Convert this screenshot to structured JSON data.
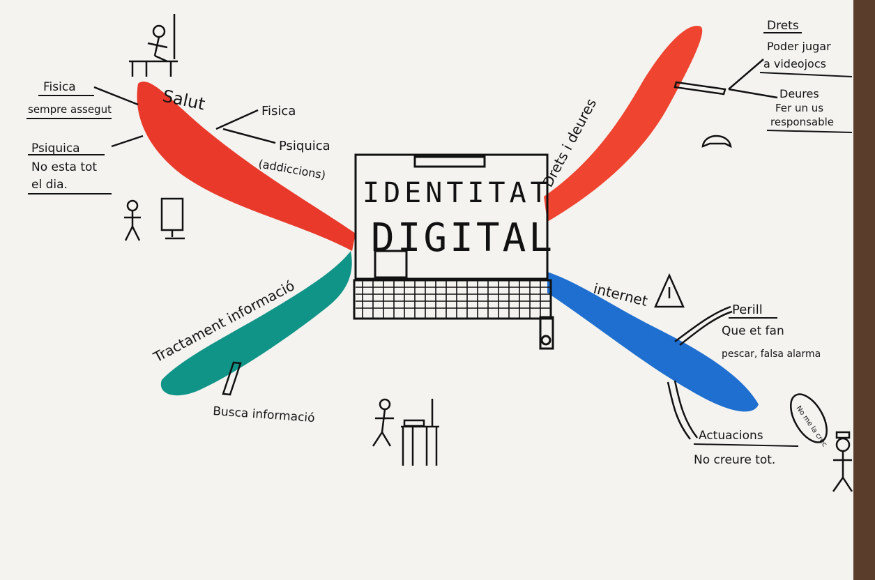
{
  "center": {
    "line1": "IDENTITAT",
    "line2": "DIGITAL"
  },
  "branches": {
    "salut": {
      "label": "Salut",
      "color": "#e8392a",
      "sub_fisica": "Fisica",
      "sub_psiquica_1": "Psiquica",
      "sub_psiquica_2": "(addiccions)",
      "left_fisica_title": "Fisica",
      "left_fisica_text": "sempre assegut",
      "left_psiquica_title": "Psiquica",
      "left_psiquica_text_1": "No esta tot",
      "left_psiquica_text_2": "el dia."
    },
    "drets": {
      "label": "Drets i deures",
      "color": "#ef4430",
      "drets_title": "Drets",
      "drets_text_1": "Poder jugar",
      "drets_text_2": "a videojocs",
      "deures_title": "Deures",
      "deures_text_1": "Fer un us",
      "deures_text_2": "responsable"
    },
    "internet": {
      "label": "internet",
      "color": "#1e6fd0",
      "perill_title": "Perill",
      "perill_text_1": "Que et fan",
      "perill_text_2": "pescar, falsa alarma",
      "actuacions_title": "Actuacions",
      "actuacions_text": "No creure tot.",
      "speech": "No me la crec"
    },
    "tractament": {
      "label": "Tractament informació",
      "color": "#119488",
      "sub_text": "Busca informació"
    }
  },
  "icons": [
    "stick-figure-icon",
    "computer-icon",
    "gamepad-icon",
    "warning-triangle-icon",
    "desk-icon"
  ]
}
